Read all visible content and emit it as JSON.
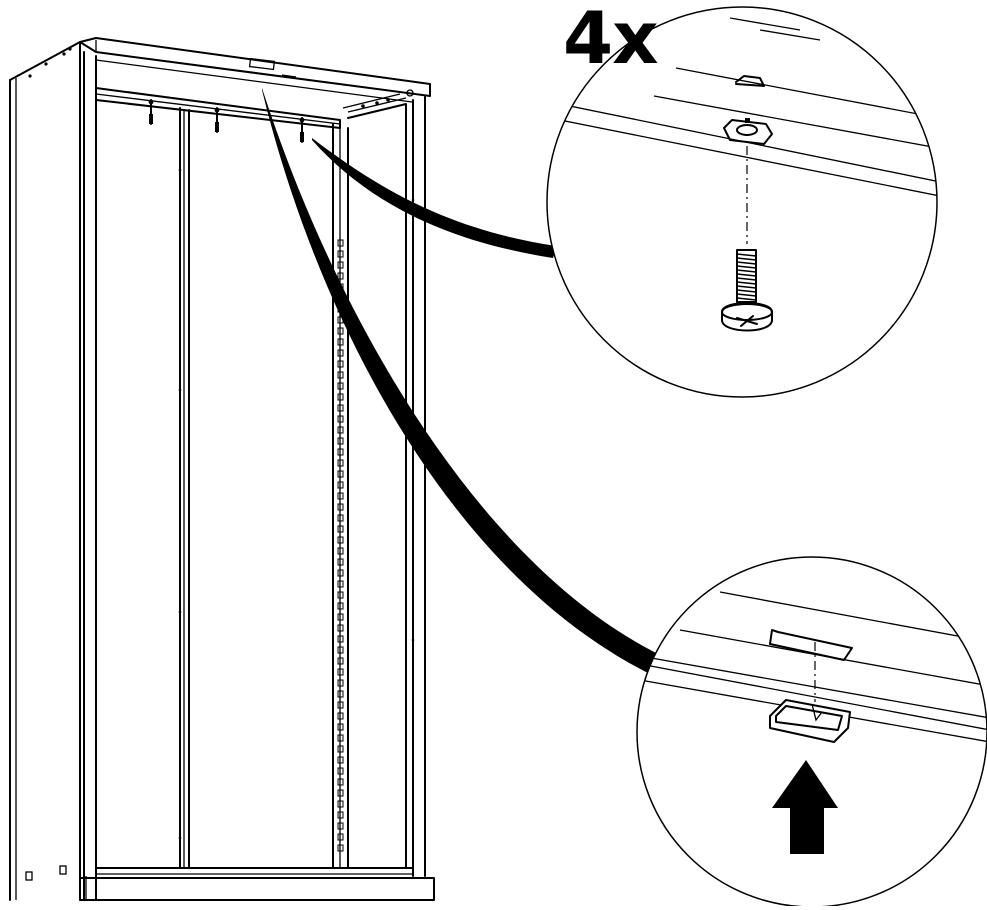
{
  "figure": {
    "quantity_label": "4x",
    "palette": {
      "line": "#000000",
      "paper": "#ffffff"
    },
    "icons": [
      "cabinet-frame",
      "screw-detail",
      "clip-detail",
      "push-up-arrow-icon"
    ]
  }
}
